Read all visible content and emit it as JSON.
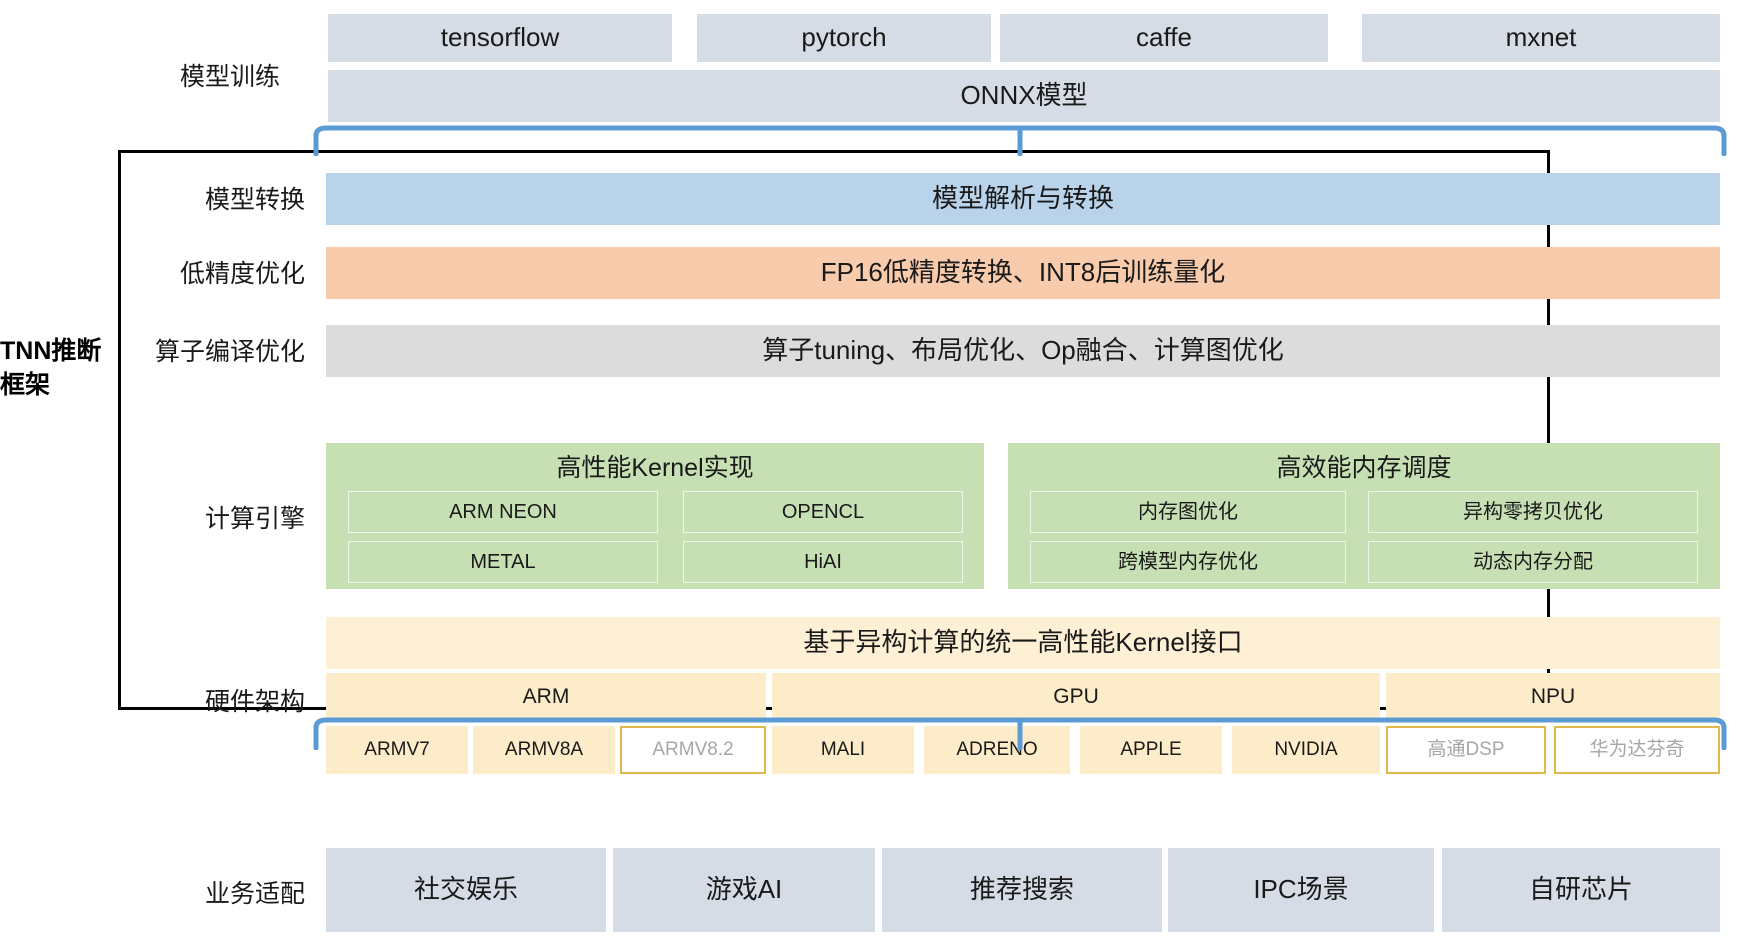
{
  "diagram": {
    "framework_label": "TNN推断\n框架",
    "framework_label_line1": "TNN推断",
    "framework_label_line2": "框架"
  },
  "rows": {
    "model_training": {
      "label": "模型训练",
      "frameworks": [
        "tensorflow",
        "pytorch",
        "caffe",
        "mxnet"
      ],
      "unified": "ONNX模型"
    },
    "model_conversion": {
      "label": "模型转换",
      "band": "模型解析与转换"
    },
    "low_precision": {
      "label": "低精度优化",
      "band": "FP16低精度转换、INT8后训练量化"
    },
    "operator_compile": {
      "label": "算子编译优化",
      "band": "算子tuning、布局优化、Op融合、计算图优化"
    },
    "compute_engine": {
      "label": "计算引擎",
      "groups": [
        {
          "title": "高性能Kernel实现",
          "chips": [
            "ARM NEON",
            "OPENCL",
            "METAL",
            "HiAI"
          ]
        },
        {
          "title": "高效能内存调度",
          "chips": [
            "内存图优化",
            "异构零拷贝优化",
            "跨模型内存优化",
            "动态内存分配"
          ]
        }
      ]
    },
    "hardware": {
      "label": "硬件架构",
      "band": "基于异构计算的统一高性能Kernel接口",
      "categories": [
        "ARM",
        "GPU",
        "NPU"
      ],
      "chips": [
        {
          "label": "ARMV7",
          "style": "filled"
        },
        {
          "label": "ARMV8A",
          "style": "filled"
        },
        {
          "label": "ARMV8.2",
          "style": "outlined"
        },
        {
          "label": "MALI",
          "style": "filled"
        },
        {
          "label": "ADRENO",
          "style": "filled"
        },
        {
          "label": "APPLE",
          "style": "filled"
        },
        {
          "label": "NVIDIA",
          "style": "filled"
        },
        {
          "label": "高通DSP",
          "style": "outlined"
        },
        {
          "label": "华为达芬奇",
          "style": "outlined"
        }
      ]
    },
    "business": {
      "label": "业务适配",
      "items": [
        "社交娱乐",
        "游戏AI",
        "推荐搜索",
        "IPC场景",
        "自研芯片"
      ]
    }
  },
  "colors": {
    "grey_blue": "#d6dce5",
    "blue_band": "#b9d3ea",
    "orange_band": "#f8cbad",
    "grey_band": "#dcdcdc",
    "green_band": "#c6e0b4",
    "cream_band": "#fdf0d5",
    "cream_sub": "#fcecc9",
    "outline_yellow": "#e0b94a",
    "bracket_blue": "#5b9bd5",
    "frame_black": "#000000"
  }
}
